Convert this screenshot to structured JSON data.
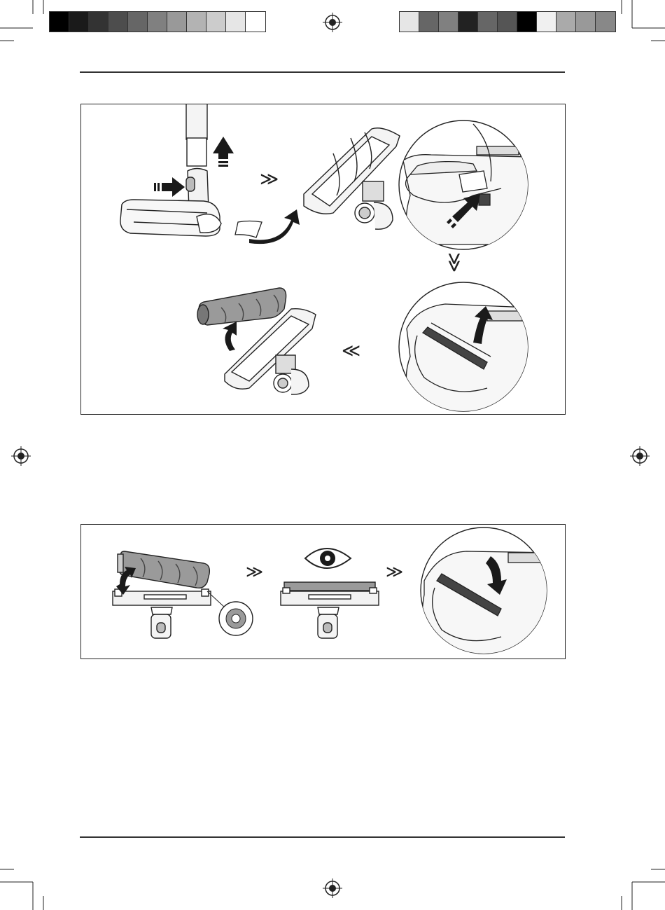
{
  "print_marks": {
    "color_bar_left": [
      "#000000",
      "#1a1a1a",
      "#333333",
      "#4d4d4d",
      "#666666",
      "#808080",
      "#999999",
      "#b3b3b3",
      "#cccccc",
      "#e6e6e6",
      "#ffffff"
    ],
    "color_bar_right": [
      "#e6e6e6",
      "#666666",
      "#808080",
      "#222222",
      "#666666",
      "#555555",
      "#000000",
      "#f0f0f0",
      "#aaaaaa",
      "#999999",
      "#888888"
    ],
    "registration_icon": "registration-target-icon"
  },
  "figures": {
    "brush_removal": {
      "steps": [
        "detach-floor-head",
        "flip-floor-head",
        "press-release-button",
        "lift-brush-cover",
        "remove-brush-roller"
      ],
      "arrow_glyph_next": "double-chevron-right",
      "arrow_glyph_down": "double-chevron-down",
      "arrow_glyph_back": "double-chevron-left"
    },
    "brush_insertion": {
      "steps": [
        "insert-brush-roller",
        "inspect-seat",
        "close-brush-cover"
      ],
      "inspect_icon": "eye-icon",
      "detail_icon": "gear-socket-icon"
    }
  },
  "colors": {
    "line": "#222222",
    "fill_light": "#f2f2f2",
    "fill_mid": "#9a9a9a",
    "fill_dark": "#1a1a1a"
  }
}
